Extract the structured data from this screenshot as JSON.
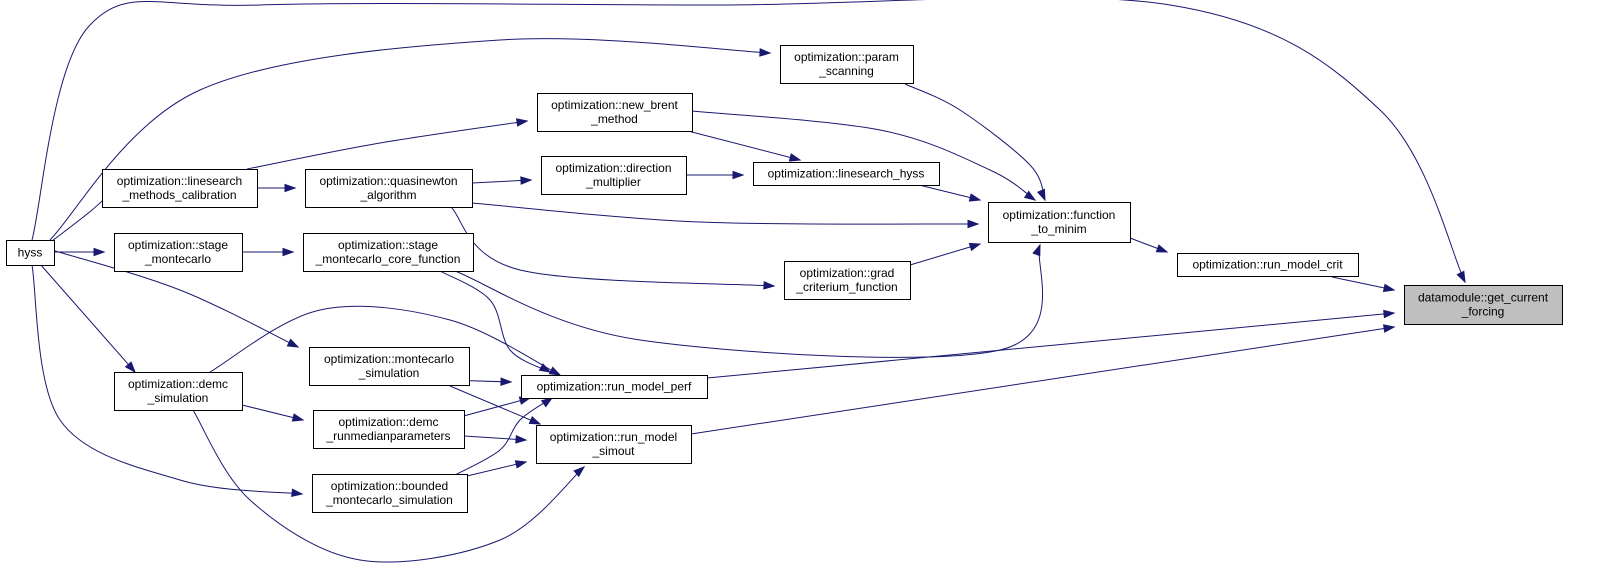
{
  "graph": {
    "edge_color": "#191970",
    "root_fill": "#bfbfbf",
    "nodes": [
      {
        "id": "hyss",
        "lines": [
          "hyss"
        ]
      },
      {
        "id": "param_scanning",
        "lines": [
          "optimization::param",
          "_scanning"
        ]
      },
      {
        "id": "new_brent_method",
        "lines": [
          "optimization::new_brent",
          "_method"
        ]
      },
      {
        "id": "linesearch_methods_calibration",
        "lines": [
          "optimization::linesearch",
          "_methods_calibration"
        ]
      },
      {
        "id": "quasinewton_algorithm",
        "lines": [
          "optimization::quasinewton",
          "_algorithm"
        ]
      },
      {
        "id": "direction_multiplier",
        "lines": [
          "optimization::direction",
          "_multiplier"
        ]
      },
      {
        "id": "linesearch_hyss",
        "lines": [
          "optimization::linesearch_hyss"
        ]
      },
      {
        "id": "function_to_minim",
        "lines": [
          "optimization::function",
          "_to_minim"
        ]
      },
      {
        "id": "stage_montecarlo",
        "lines": [
          "optimization::stage",
          "_montecarlo"
        ]
      },
      {
        "id": "stage_montecarlo_core_function",
        "lines": [
          "optimization::stage",
          "_montecarlo_core_function"
        ]
      },
      {
        "id": "grad_criterium_function",
        "lines": [
          "optimization::grad",
          "_criterium_function"
        ]
      },
      {
        "id": "run_model_crit",
        "lines": [
          "optimization::run_model_crit"
        ]
      },
      {
        "id": "get_current_forcing",
        "lines": [
          "datamodule::get_current",
          "_forcing"
        ],
        "root": true
      },
      {
        "id": "montecarlo_simulation",
        "lines": [
          "optimization::montecarlo",
          "_simulation"
        ]
      },
      {
        "id": "demc_simulation",
        "lines": [
          "optimization::demc",
          "_simulation"
        ]
      },
      {
        "id": "run_model_perf",
        "lines": [
          "optimization::run_model_perf"
        ]
      },
      {
        "id": "demc_runmedianparameters",
        "lines": [
          "optimization::demc",
          "_runmedianparameters"
        ]
      },
      {
        "id": "run_model_simout",
        "lines": [
          "optimization::run_model",
          "_simout"
        ]
      },
      {
        "id": "bounded_montecarlo_simulation",
        "lines": [
          "optimization::bounded",
          "_montecarlo_simulation"
        ]
      }
    ],
    "edges": [
      {
        "from": "run_model_crit",
        "to": "get_current_forcing"
      },
      {
        "from": "run_model_perf",
        "to": "get_current_forcing"
      },
      {
        "from": "run_model_simout",
        "to": "get_current_forcing"
      },
      {
        "from": "hyss",
        "to": "get_current_forcing"
      },
      {
        "from": "function_to_minim",
        "to": "run_model_crit"
      },
      {
        "from": "param_scanning",
        "to": "function_to_minim"
      },
      {
        "from": "new_brent_method",
        "to": "function_to_minim"
      },
      {
        "from": "linesearch_hyss",
        "to": "function_to_minim"
      },
      {
        "from": "quasinewton_algorithm",
        "to": "function_to_minim"
      },
      {
        "from": "grad_criterium_function",
        "to": "function_to_minim"
      },
      {
        "from": "stage_montecarlo_core_function",
        "to": "function_to_minim"
      },
      {
        "from": "hyss",
        "to": "param_scanning"
      },
      {
        "from": "linesearch_methods_calibration",
        "to": "new_brent_method"
      },
      {
        "from": "new_brent_method",
        "to": "linesearch_hyss"
      },
      {
        "from": "direction_multiplier",
        "to": "linesearch_hyss"
      },
      {
        "from": "quasinewton_algorithm",
        "to": "direction_multiplier"
      },
      {
        "from": "linesearch_methods_calibration",
        "to": "quasinewton_algorithm"
      },
      {
        "from": "hyss",
        "to": "linesearch_methods_calibration"
      },
      {
        "from": "quasinewton_algorithm",
        "to": "grad_criterium_function"
      },
      {
        "from": "hyss",
        "to": "stage_montecarlo"
      },
      {
        "from": "stage_montecarlo",
        "to": "stage_montecarlo_core_function"
      },
      {
        "from": "stage_montecarlo_core_function",
        "to": "run_model_perf"
      },
      {
        "from": "montecarlo_simulation",
        "to": "run_model_perf"
      },
      {
        "from": "demc_simulation",
        "to": "run_model_perf"
      },
      {
        "from": "demc_runmedianparameters",
        "to": "run_model_perf"
      },
      {
        "from": "bounded_montecarlo_simulation",
        "to": "run_model_perf"
      },
      {
        "from": "montecarlo_simulation",
        "to": "run_model_simout"
      },
      {
        "from": "demc_runmedianparameters",
        "to": "run_model_simout"
      },
      {
        "from": "bounded_montecarlo_simulation",
        "to": "run_model_simout"
      },
      {
        "from": "demc_simulation",
        "to": "run_model_simout"
      },
      {
        "from": "hyss",
        "to": "montecarlo_simulation"
      },
      {
        "from": "hyss",
        "to": "demc_simulation"
      },
      {
        "from": "hyss",
        "to": "bounded_montecarlo_simulation"
      },
      {
        "from": "demc_simulation",
        "to": "demc_runmedianparameters"
      }
    ]
  }
}
